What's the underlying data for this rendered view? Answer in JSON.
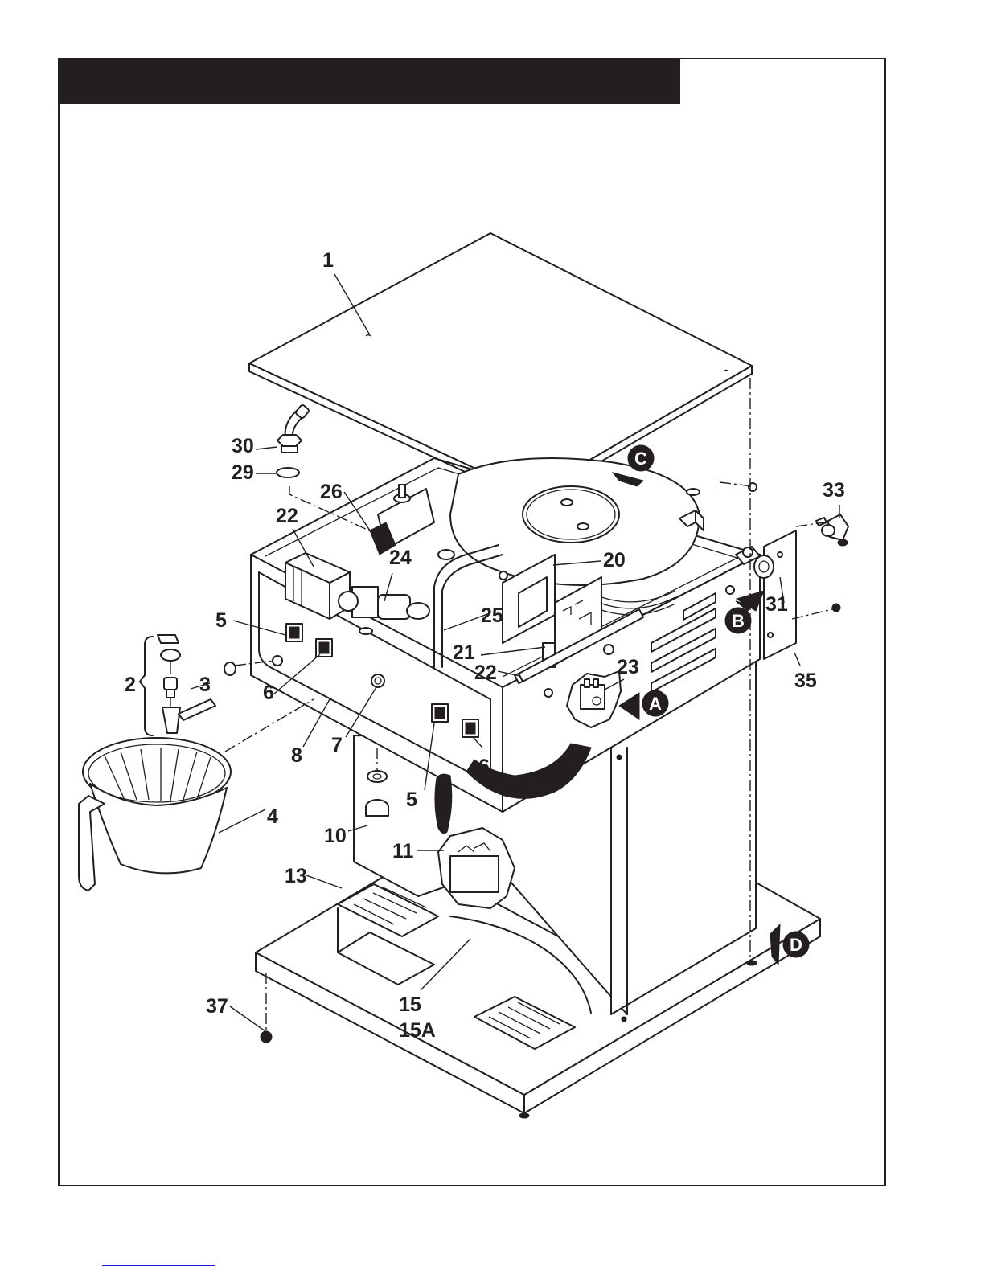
{
  "page": {
    "header_title": "",
    "bottom_link_text": ""
  },
  "diagram": {
    "subject": "Exploded parts view - twin coffee brewer",
    "callouts": {
      "c1": "1",
      "c2": "2",
      "c3": "3",
      "c4": "4",
      "c5a": "5",
      "c5b": "5",
      "c6a": "6",
      "c6b": "6",
      "c7": "7",
      "c8": "8",
      "c10": "10",
      "c11": "11",
      "c13": "13",
      "c15": "15",
      "c15a": "15A",
      "c20": "20",
      "c21": "21",
      "c22a": "22",
      "c22b": "22",
      "c23": "23",
      "c24": "24",
      "c25": "25",
      "c26": "26",
      "c29": "29",
      "c30": "30",
      "c31": "31",
      "c33": "33",
      "c35": "35",
      "c37": "37"
    },
    "view_markers": {
      "a": "A",
      "b": "B",
      "c": "C",
      "d": "D"
    },
    "colors": {
      "ink": "#231f20",
      "paper": "#ffffff",
      "link": "#1a1ad6"
    }
  }
}
